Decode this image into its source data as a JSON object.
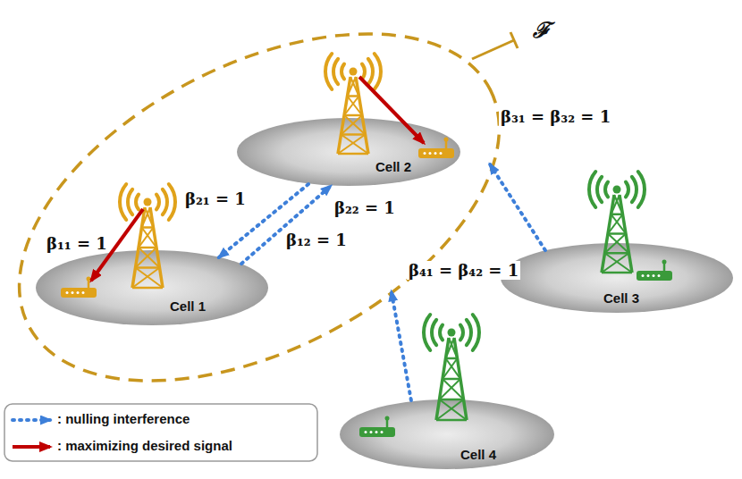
{
  "diagram": {
    "nodes": [
      {
        "text": [
          "ℱ"
        ]
      },
      {
        "text": [
          "Cell 1"
        ],
        "in": 0
      },
      {
        "text": [
          "Cell 2"
        ],
        "in": 0
      },
      {
        "text": [
          "Cell 3"
        ]
      },
      {
        "text": [
          "Cell 4"
        ]
      }
    ],
    "edges": [
      {
        "from": 2,
        "to": 1,
        "arrow": "to",
        "label": "β₂₁ = 1"
      },
      {
        "from": 1,
        "to": 2,
        "arrow": "to",
        "label": "β₁₂ = 1"
      },
      {
        "from": 3,
        "to": 0,
        "arrow": "to",
        "label": "β₃₁ = β₃₂ = 1"
      },
      {
        "from": 4,
        "to": 0,
        "arrow": "to",
        "label": "β₄₁ = β₄₂ = 1"
      }
    ],
    "labels": [
      "β₁₁ = 1",
      "β₂₂ = 1"
    ],
    "legend": [
      {
        "text": ": nulling interference"
      },
      {
        "text": ": maximizing desired signal"
      }
    ]
  }
}
